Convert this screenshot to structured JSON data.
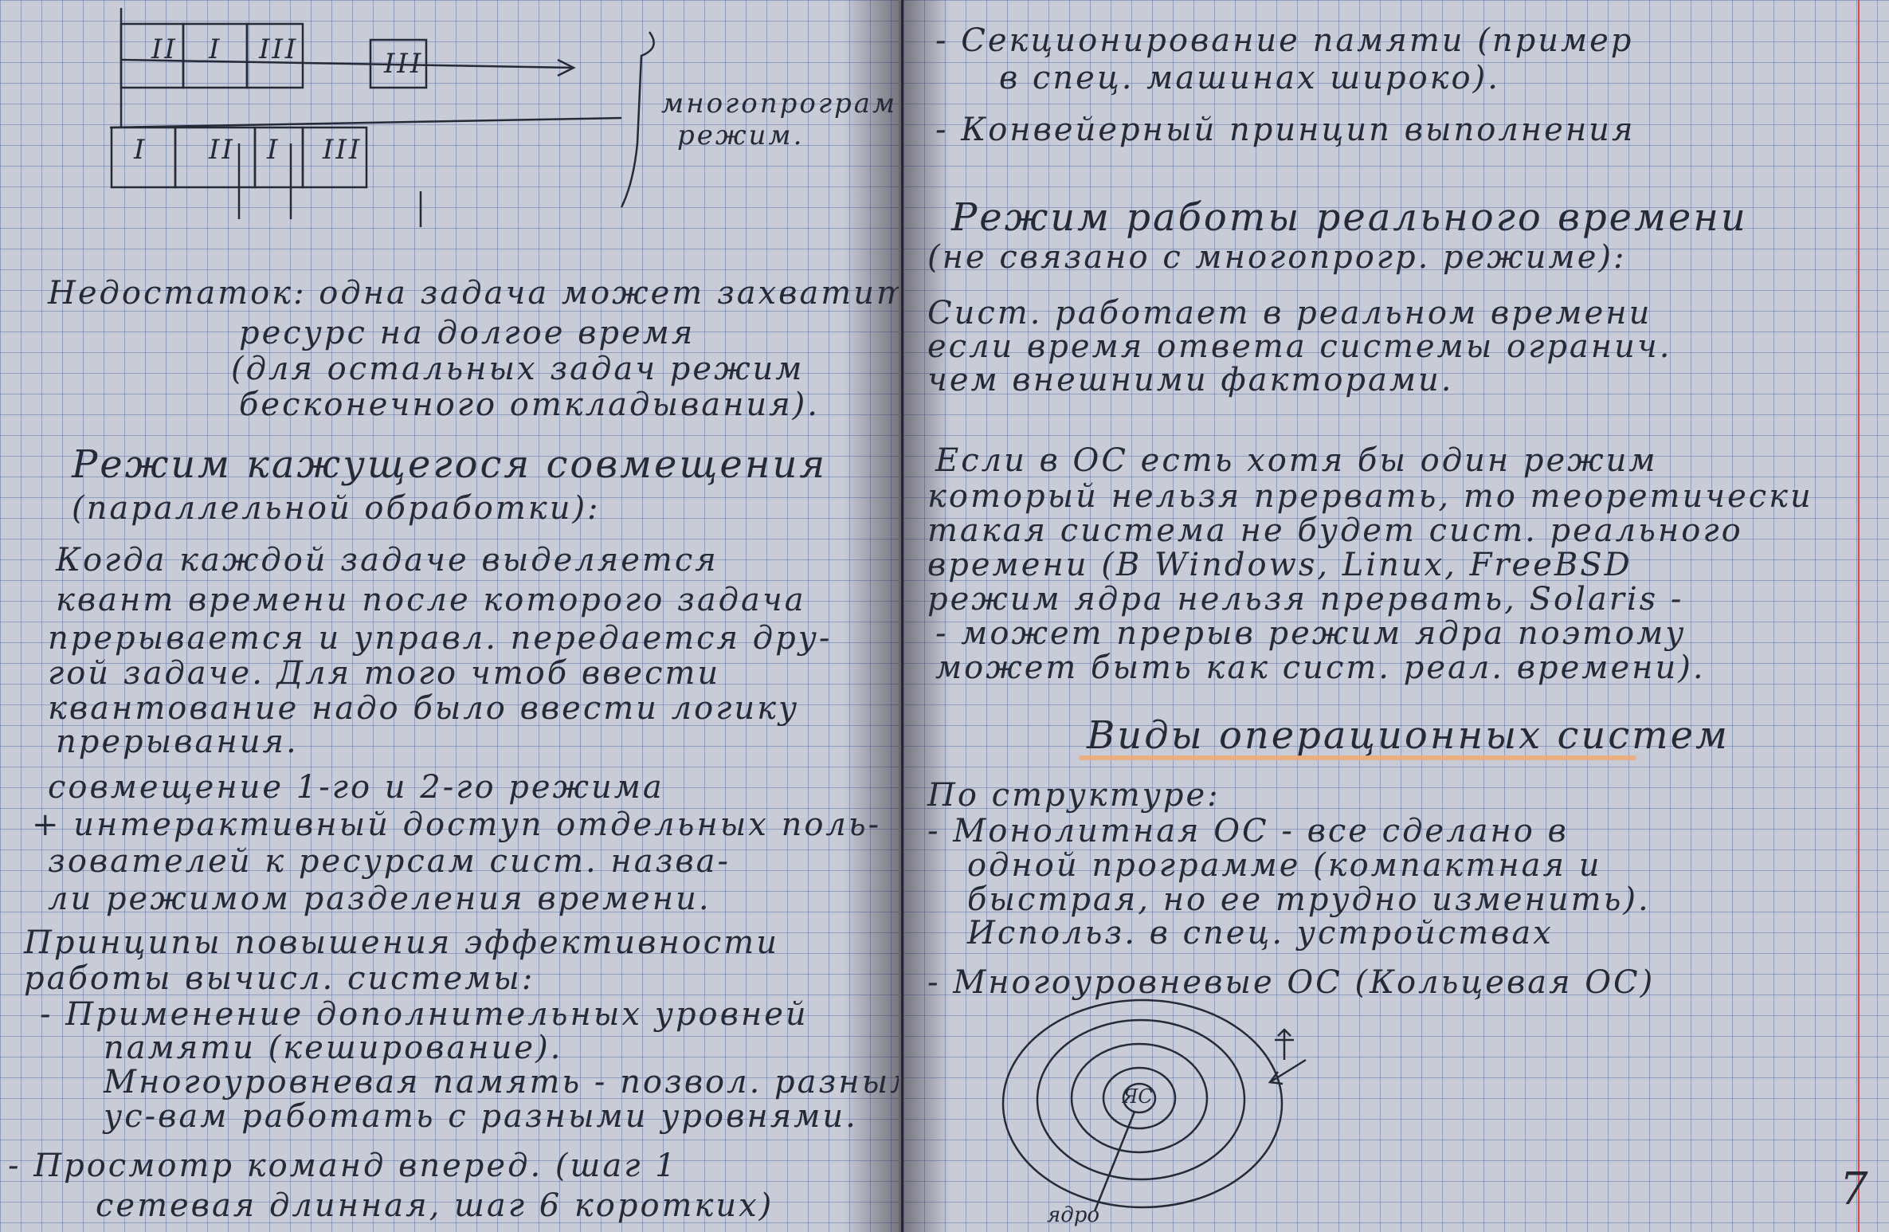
{
  "left_page": {
    "diagram": {
      "top_row_boxes": [
        "II",
        "I",
        "III",
        "III"
      ],
      "bottom_row_boxes": [
        "I",
        "II",
        "I",
        "III"
      ],
      "bracket_note_1": "многопрограм.",
      "bracket_note_2": "режим."
    },
    "lines": [
      "Недостаток: одна задача может захватить",
      "ресурс на долгое время",
      "(для остальных задач режим",
      "бесконечного откладывания).",
      "Режим кажущегося совмещения",
      "(параллельной обработки):",
      "Когда каждой задаче выделяется",
      "квант времени после которого задача",
      "прерывается и управл. передается дру-",
      "гой задаче. Для того чтоб ввести",
      "квантование надо было ввести логику",
      "прерывания.",
      "совмещение 1-го и 2-го режима",
      "+ интерактивный доступ отдельных поль-",
      "зователей к ресурсам сист. назва-",
      "ли режимом разделения времени.",
      "Принципы повышения эффективности",
      "работы вычисл. системы:",
      "- Применение дополнительных уровней",
      "памяти (кеширование).",
      "Многоуровневая память - позвол. разным",
      "ус-вам работать с разными уровнями.",
      "- Просмотр команд вперед. (шаг 1",
      "сетевая длинная, шаг 6 коротких)"
    ]
  },
  "right_page": {
    "lines": [
      "- Секционирование памяти (пример",
      "в спец. машинах широко).",
      "- Конвейерный принцип выполнения",
      "Режим работы реального времени",
      "(не связано с многопрогр. режиме):",
      "Сист. работает в реальном времени",
      "если время ответа системы огранич.",
      "чем внешними факторами.",
      "Если в ОС есть хотя бы один режим",
      "который нельзя прервать, то теоретически",
      "такая система не будет сист. реального",
      "времени (В Windows, Linux, FreeBSD",
      "режим ядра нельзя прервать, Solaris -",
      "- может прерыв режим ядра поэтому",
      "может быть как сист. реал. времени).",
      "Виды операционных систем",
      "По структуре:",
      "- Монолитная ОС - все сделано в",
      "одной программе (компактная и",
      "быстрая, но ее трудно изменить).",
      "Использ. в спец. устройствах",
      "- Многоуровневые ОС (Кольцевая ОС)"
    ],
    "rings_center_label": "ЯС",
    "rings_pointer_label": "ядро",
    "page_number": "7"
  },
  "colors": {
    "ink": "#262a36",
    "grid": "#6078aa",
    "paper": "#c9ccd7",
    "margin_red": "#e04848",
    "highlight": "#f0a86a"
  }
}
